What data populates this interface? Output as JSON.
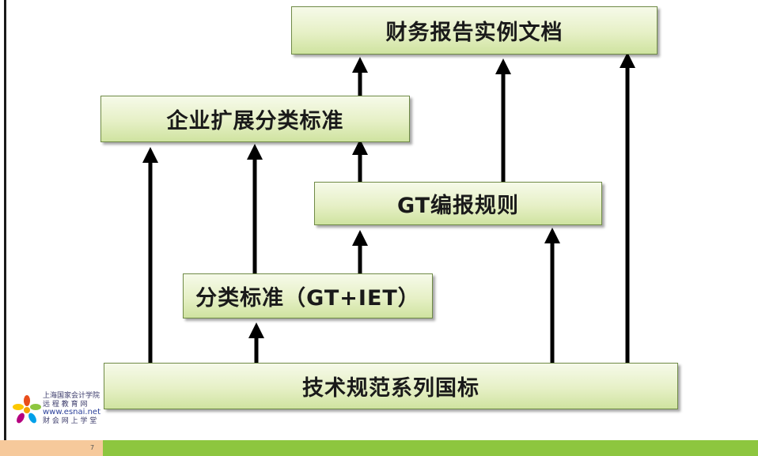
{
  "diagram": {
    "boxes": {
      "financial_report": "财务报告实例文档",
      "enterprise_extension": "企业扩展分类标准",
      "gt_rules": "GT编报规则",
      "taxonomy": "分类标准（GT+IET）",
      "tech_standards": "技术规范系列国标"
    }
  },
  "logo": {
    "line1": "上海国家会计学院",
    "line2": "远 程 教 育 网",
    "line3": "www.esnai.net",
    "line4": "财 会 网 上 学 堂"
  },
  "footer": {
    "page_number": "7"
  },
  "colors": {
    "box_fill": "#e6f0c6",
    "box_border": "#6f8a46",
    "arrow": "#000000",
    "footer_green": "#8dc63f",
    "footer_orange": "#f6c99b"
  }
}
